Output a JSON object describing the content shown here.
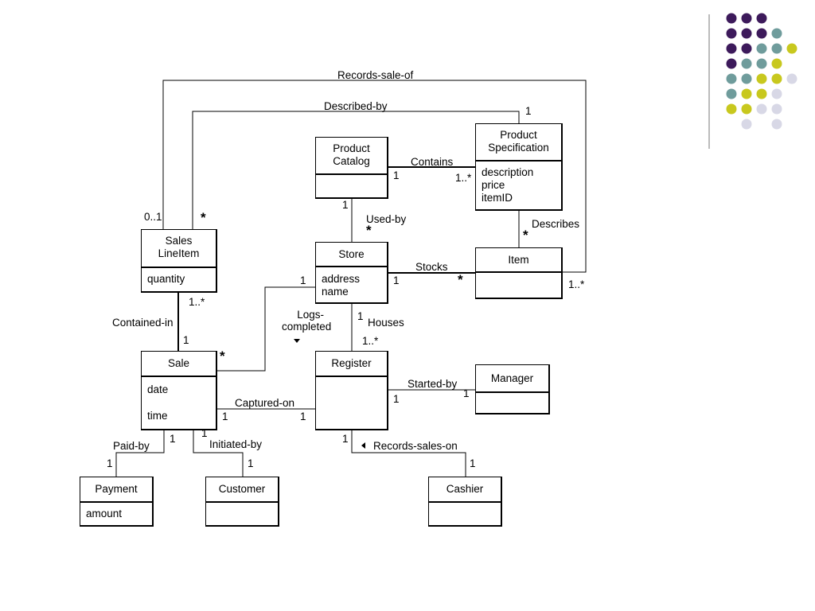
{
  "classes": {
    "sales_line_item": {
      "name_line1": "Sales",
      "name_line2": "LineItem",
      "attrs": [
        "quantity"
      ]
    },
    "product_catalog": {
      "name_line1": "Product",
      "name_line2": "Catalog",
      "attrs": []
    },
    "product_spec": {
      "name_line1": "Product",
      "name_line2": "Specification",
      "attrs": [
        "description",
        "price",
        "itemID"
      ]
    },
    "store": {
      "name": "Store",
      "attrs": [
        "address",
        "name"
      ]
    },
    "item": {
      "name": "Item",
      "attrs": []
    },
    "sale": {
      "name": "Sale",
      "attrs": [
        "date",
        "time"
      ]
    },
    "register": {
      "name": "Register",
      "attrs": []
    },
    "manager": {
      "name": "Manager",
      "attrs": []
    },
    "payment": {
      "name": "Payment",
      "attrs": [
        "amount"
      ]
    },
    "customer": {
      "name": "Customer",
      "attrs": []
    },
    "cashier": {
      "name": "Cashier",
      "attrs": []
    }
  },
  "associations": {
    "records_sale_of": "Records-sale-of",
    "described_by": "Described-by",
    "contains": "Contains",
    "used_by": "Used-by",
    "describes": "Describes",
    "stocks": "Stocks",
    "contained_in": "Contained-in",
    "logs_completed_1": "Logs-",
    "logs_completed_2": "completed",
    "houses": "Houses",
    "started_by": "Started-by",
    "captured_on": "Captured-on",
    "paid_by": "Paid-by",
    "initiated_by": "Initiated-by",
    "records_sales_on": "Records-sales-on"
  },
  "multiplicities": {
    "one": "1",
    "many": "*",
    "zero_one": "0..1",
    "one_many": "1..*"
  },
  "colors": {
    "purple": "#3d1a5b",
    "teal": "#6f9c9c",
    "yellow": "#c8c81e",
    "lavender": "#d8d8e6"
  }
}
